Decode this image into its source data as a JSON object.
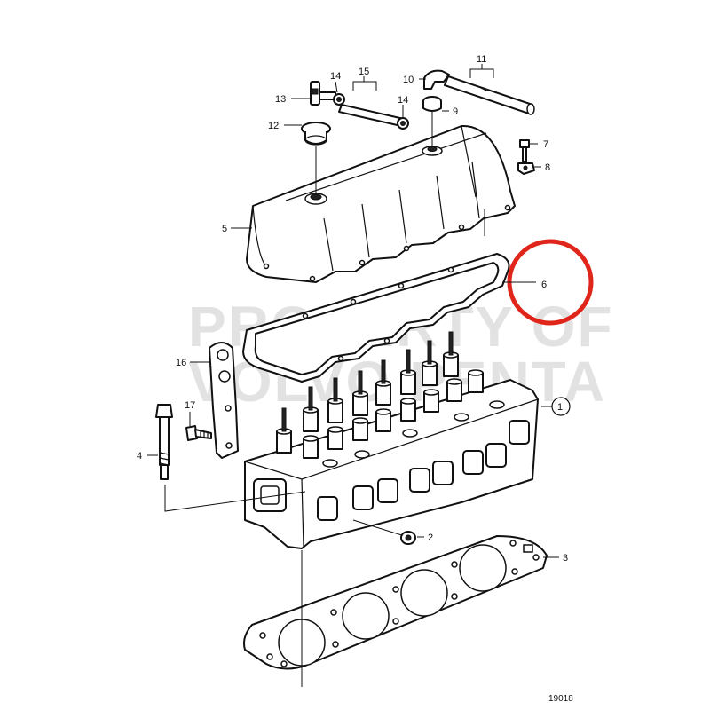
{
  "callouts": {
    "c1": "1",
    "c2": "2",
    "c3": "3",
    "c4": "4",
    "c5": "5",
    "c6": "6",
    "c7": "7",
    "c8": "8",
    "c9": "9",
    "c10": "10",
    "c11": "11",
    "c12": "12",
    "c13": "13",
    "c14a": "14",
    "c14b": "14",
    "c15": "15",
    "c16": "16",
    "c17": "17"
  },
  "watermark": {
    "line1": "PROPERTY OF",
    "line2": "VOLVO PENTA"
  },
  "figure_number": "19018",
  "highlight_color": "#e0261b"
}
